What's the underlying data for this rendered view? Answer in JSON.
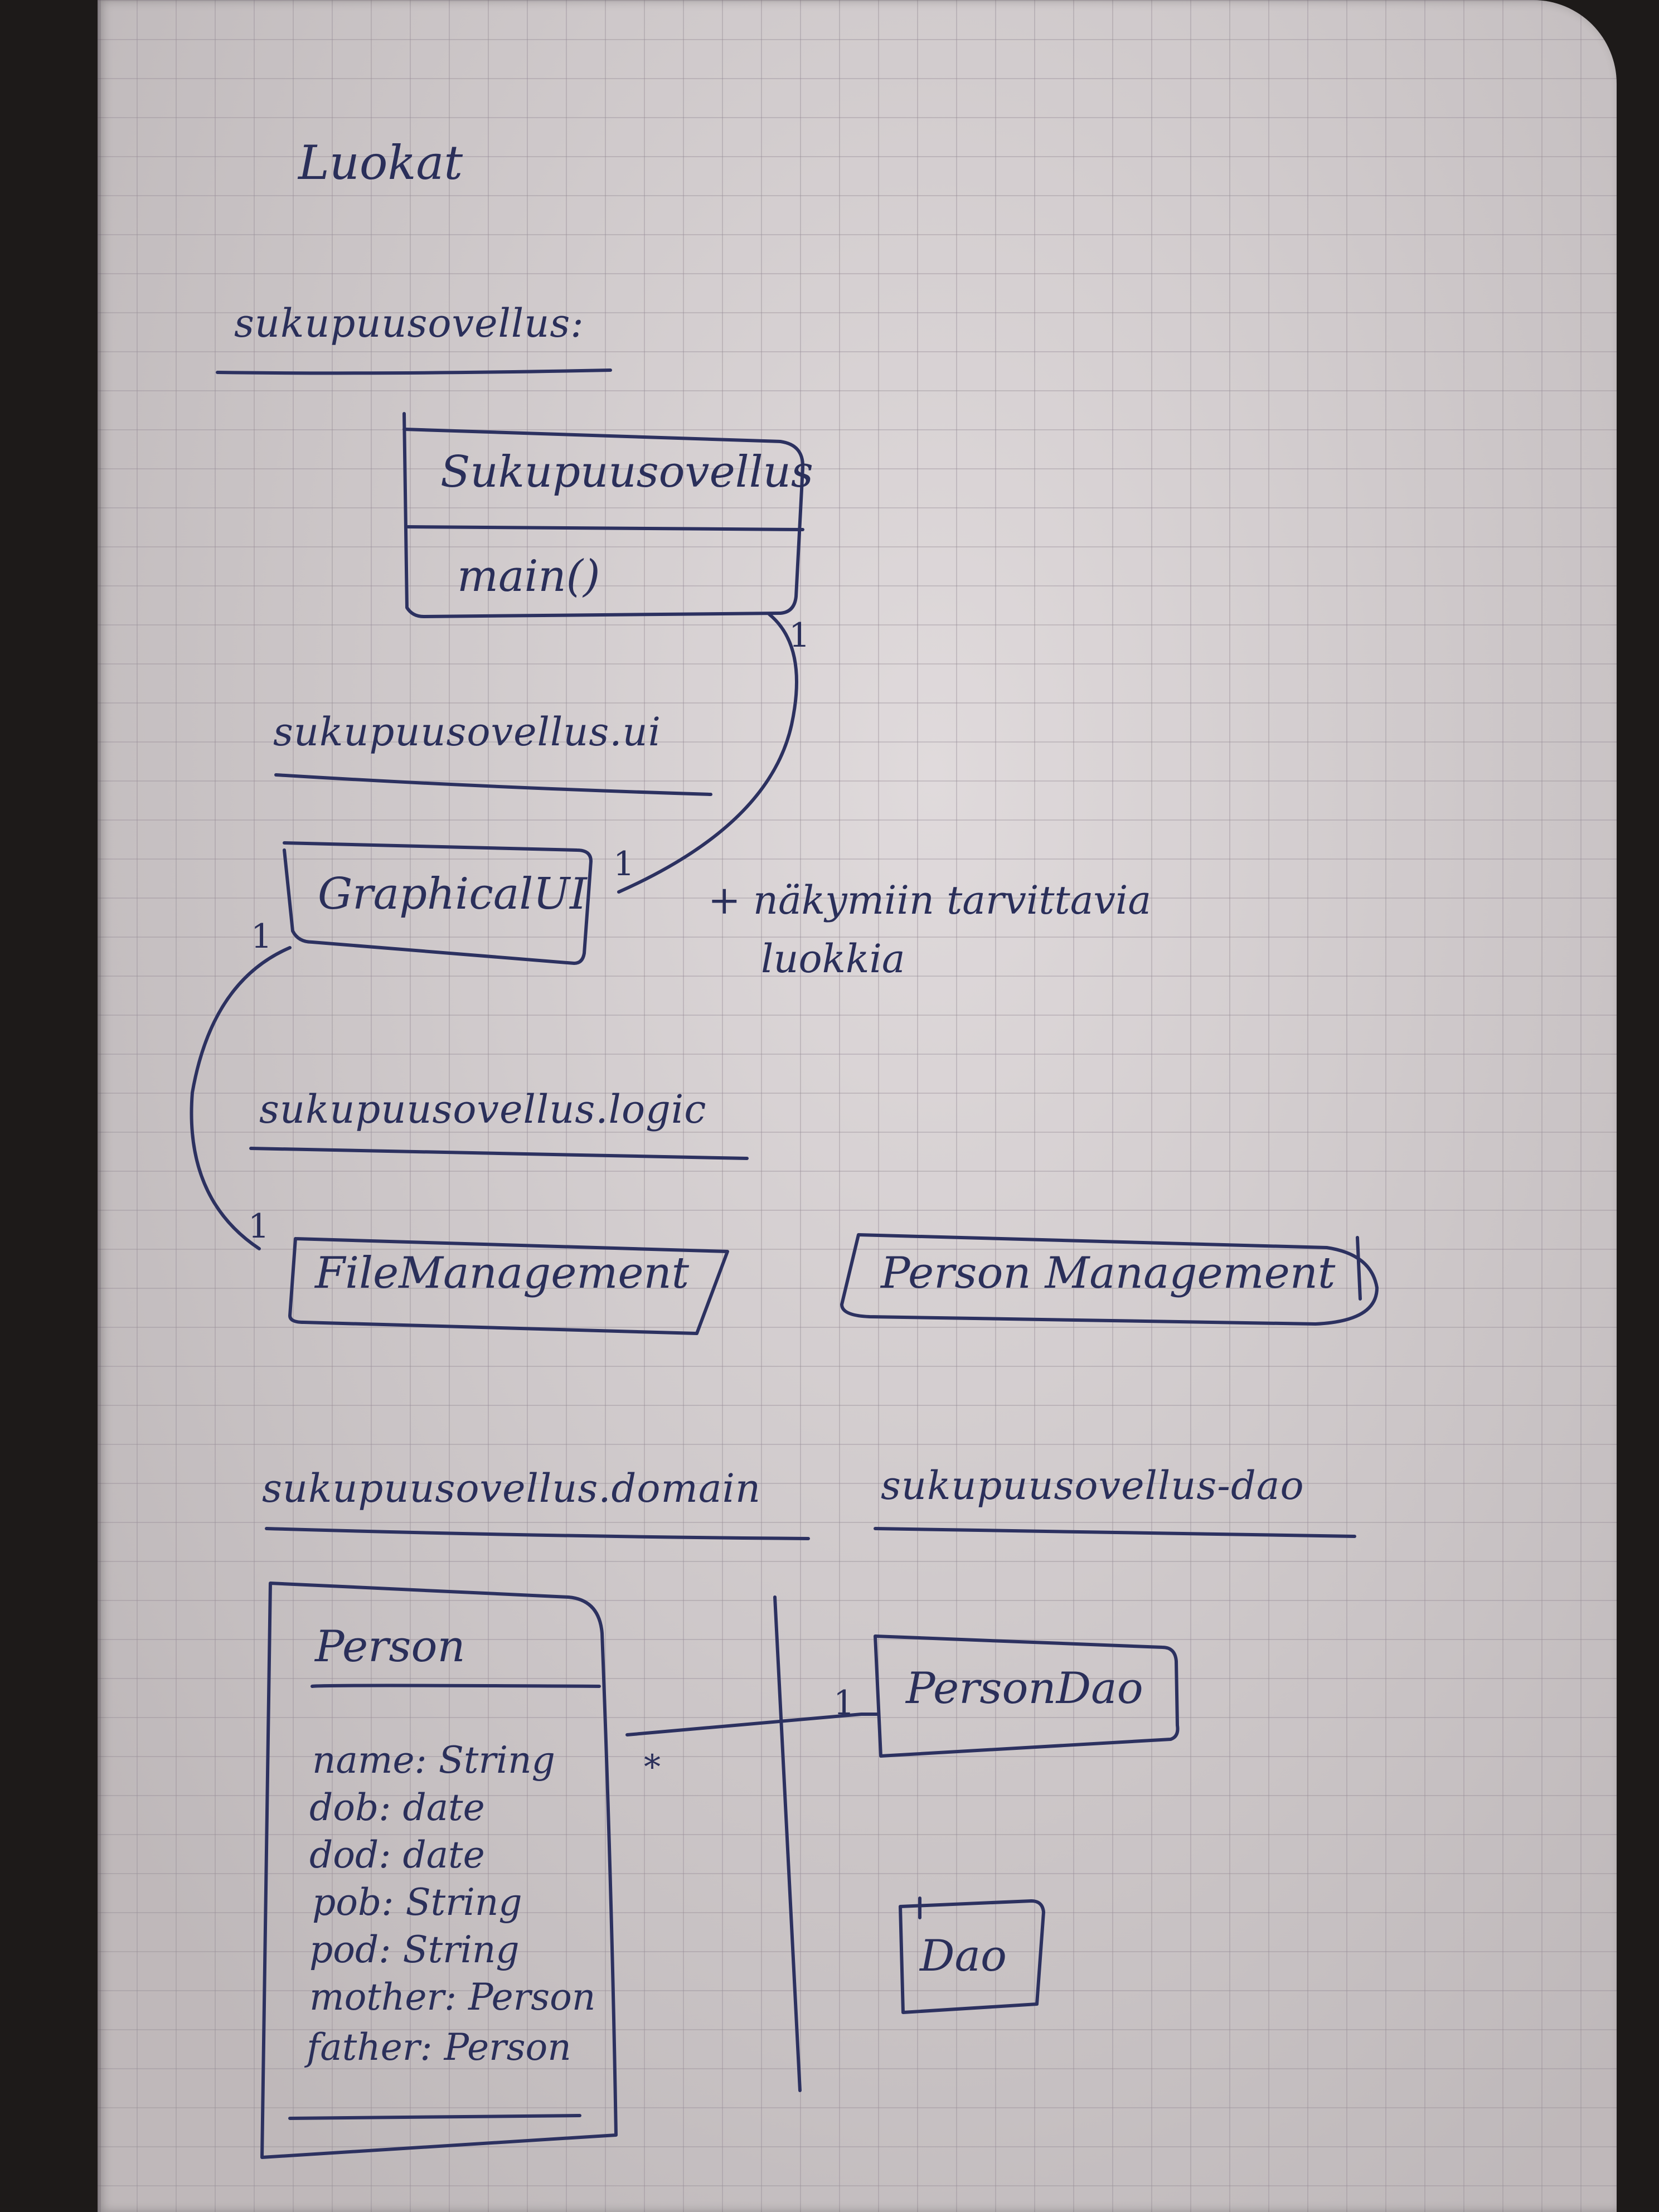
{
  "title": "Luokat",
  "packages": {
    "root": "sukupuusovellus:",
    "ui": "sukupuusovellus.ui",
    "logic": "sukupuusovellus.logic",
    "domain": "sukupuusovellus.domain",
    "dao": "sukupuusovellus-dao"
  },
  "classes": {
    "main_class": {
      "name": "Sukupuusovellus",
      "method": "main()"
    },
    "graphical_ui": {
      "name": "GraphicalUI"
    },
    "file_management": {
      "name": "FileManagement"
    },
    "person_management": {
      "name": "Person Management"
    },
    "person": {
      "name": "Person",
      "attributes": [
        "name: String",
        "dob: date",
        "dod: date",
        "pob: String",
        "pod: String",
        "mother: Person",
        "father: Person"
      ]
    },
    "person_dao": {
      "name": "PersonDao"
    },
    "dao": {
      "name": "Dao"
    }
  },
  "note": {
    "line1": "+ näkymiin tarvittavia",
    "line2": "luokkia"
  },
  "multiplicities": {
    "main_to_ui_main_end": "1",
    "main_to_ui_ui_end": "1",
    "ui_to_file_ui_end": "1",
    "ui_to_file_file_end": "1",
    "person_dao_end": "1",
    "person_end": "*"
  }
}
